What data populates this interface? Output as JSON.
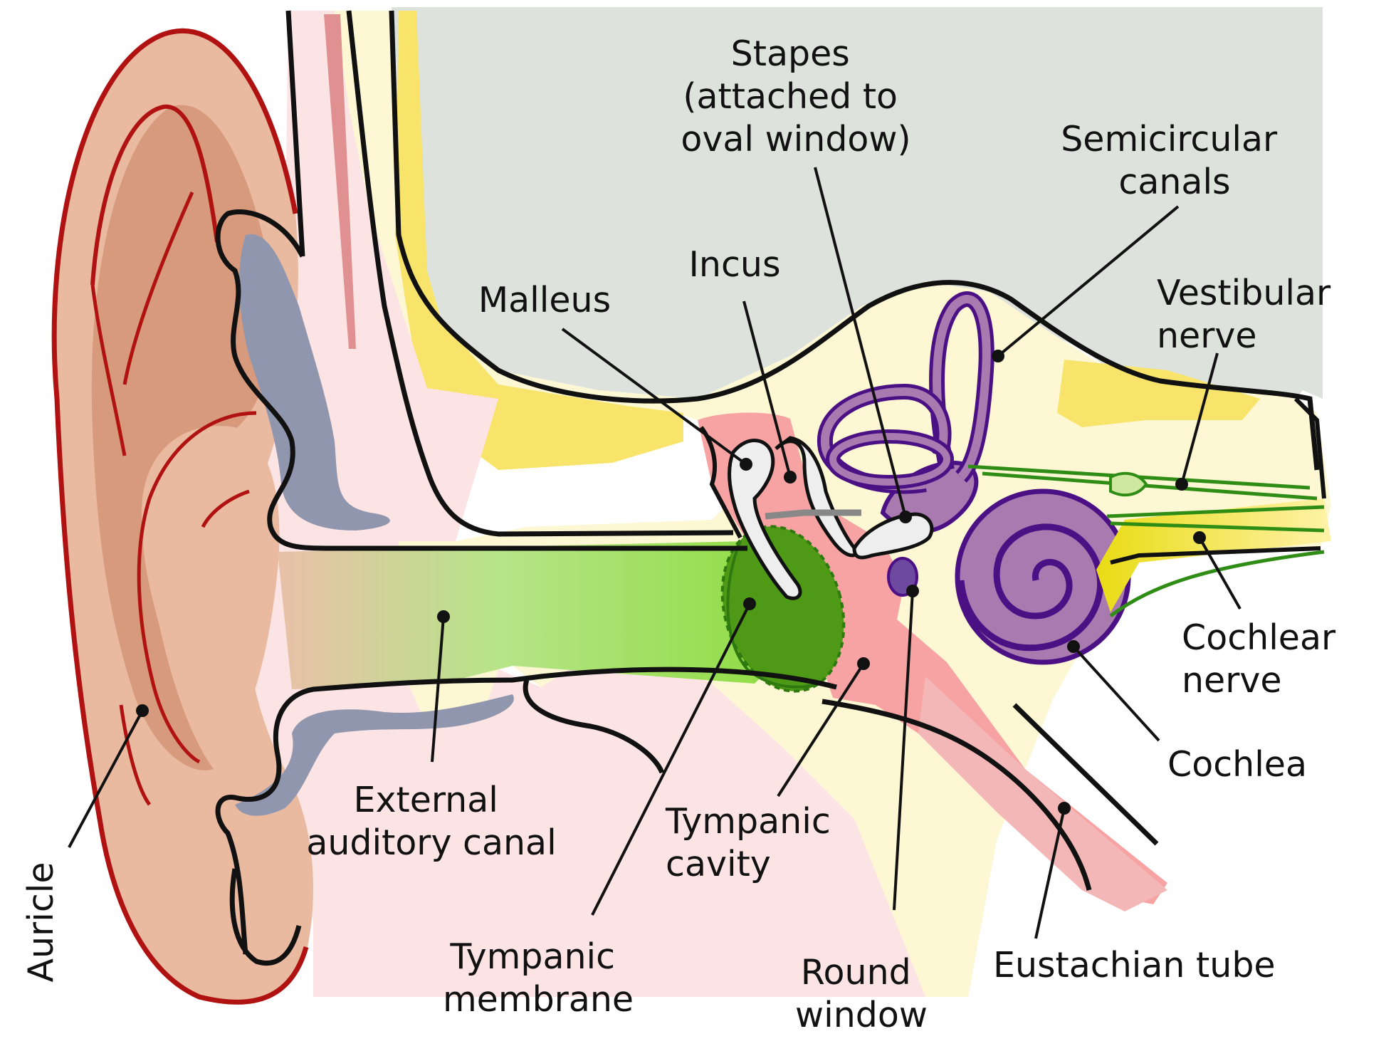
{
  "labels": {
    "stapes": [
      "Stapes",
      "(attached to",
      "oval window)"
    ],
    "semicircular": [
      "Semicircular",
      "canals"
    ],
    "incus": [
      "Incus"
    ],
    "malleus": [
      "Malleus"
    ],
    "vestibular": [
      "Vestibular",
      "nerve"
    ],
    "cochlear_nerve": [
      "Cochlear",
      "nerve"
    ],
    "cochlea": [
      "Cochlea"
    ],
    "external_canal": [
      "External",
      "auditory canal"
    ],
    "tympanic_cavity": [
      "Tympanic",
      "cavity"
    ],
    "tympanic_membrane": [
      "Tympanic",
      "membrane"
    ],
    "round_window": [
      "Round",
      "window"
    ],
    "eustachian": [
      "Eustachian tube"
    ],
    "auricle": "Auricle"
  },
  "colors": {
    "skull_grey": "#dde2dc",
    "bone_cream": "#fdf7d4",
    "bone_yellow": "#f8e46a",
    "tissue_pink": "#fde4e4",
    "auricle_skin": "#e9b9a0",
    "auricle_fold": "#d89a7c",
    "auricle_edge": "#b01212",
    "cartilage": "#9096ae",
    "canal_green": "#9fe15a",
    "membrane_green": "#4e9a16",
    "cavity_red": "#f8a3a3",
    "labyrinth_purple": "#a87ab0",
    "labyrinth_edge": "#4c1085",
    "nerve_green": "#2f8d16",
    "ossicle_grey": "#eeeeee",
    "outline": "#111111"
  }
}
